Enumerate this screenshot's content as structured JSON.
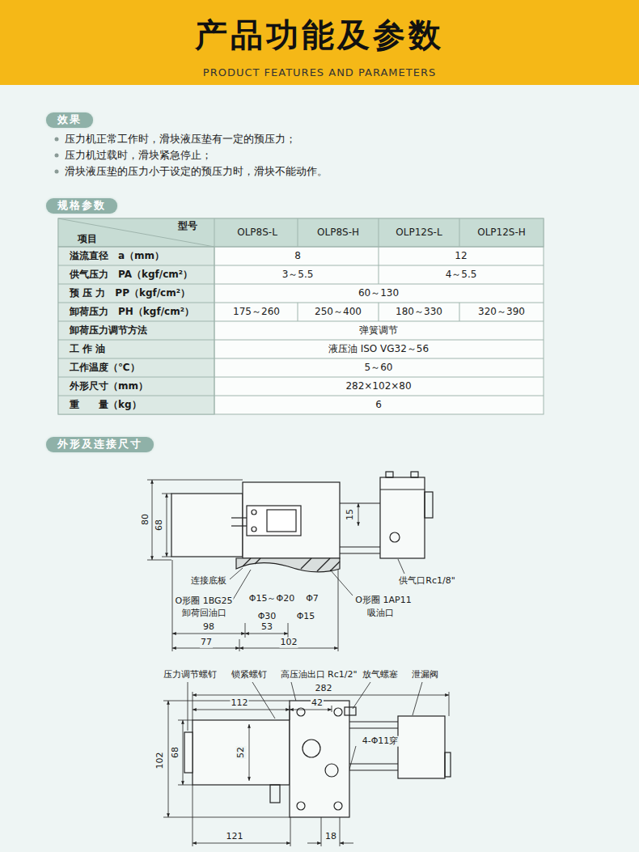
{
  "diagram": {
    "title": "产品功能及参数",
    "nodes": [
      {
        "text": [
          "效果"
        ]
      },
      {
        "text": [
          "规格参数"
        ]
      },
      {
        "text": [
          "外形及连接尺寸"
        ]
      }
    ],
    "labels": [
      "PRODUCT FEATURES AND PARAMETERS",
      "压力机正常工作时，滑块液压垫有一定的预压力；",
      "压力机过载时，滑块紧急停止；",
      "滑块液压垫的压力小于设定的预压力时，滑块不能动作。",
      "型号",
      "项目",
      "OLP8S-L",
      "OLP8S-H",
      "OLP12S-L",
      "OLP12S-H",
      "溢流直径　a（mm）",
      "8",
      "12",
      "供气压力　PA（kgf/cm²）",
      "3～5.5",
      "4～5.5",
      "预 压 力　PP（kgf/cm²）",
      "60～130",
      "卸荷压力　PH（kgf/cm²）",
      "175～260",
      "250～400",
      "180～330",
      "320～390",
      "卸荷压力调节方法",
      "弹簧调节",
      "工 作 油",
      "液压油 ISO VG32～56",
      "工作温度（℃）",
      "5～60",
      "外形尺寸（mm）",
      "282×102×80",
      "重　　量（kg）",
      "6",
      "80",
      "68",
      "15",
      "连接底板",
      "O形圈 1BG25",
      "卸荷回油口",
      "Φ15～Φ20",
      "Φ7",
      "Φ30",
      "Φ15",
      "O形圈 1AP11",
      "吸油口",
      "供气口Rc1/8\"",
      "98",
      "53",
      "77",
      "102",
      "压力调节螺钉",
      "锁紧螺钉",
      "高压油出口 Rc1/2\"",
      "放气螺塞",
      "泄漏阀",
      "282",
      "112",
      "42",
      "52",
      "4-Φ11穿",
      "68",
      "102",
      "121",
      "18"
    ]
  }
}
